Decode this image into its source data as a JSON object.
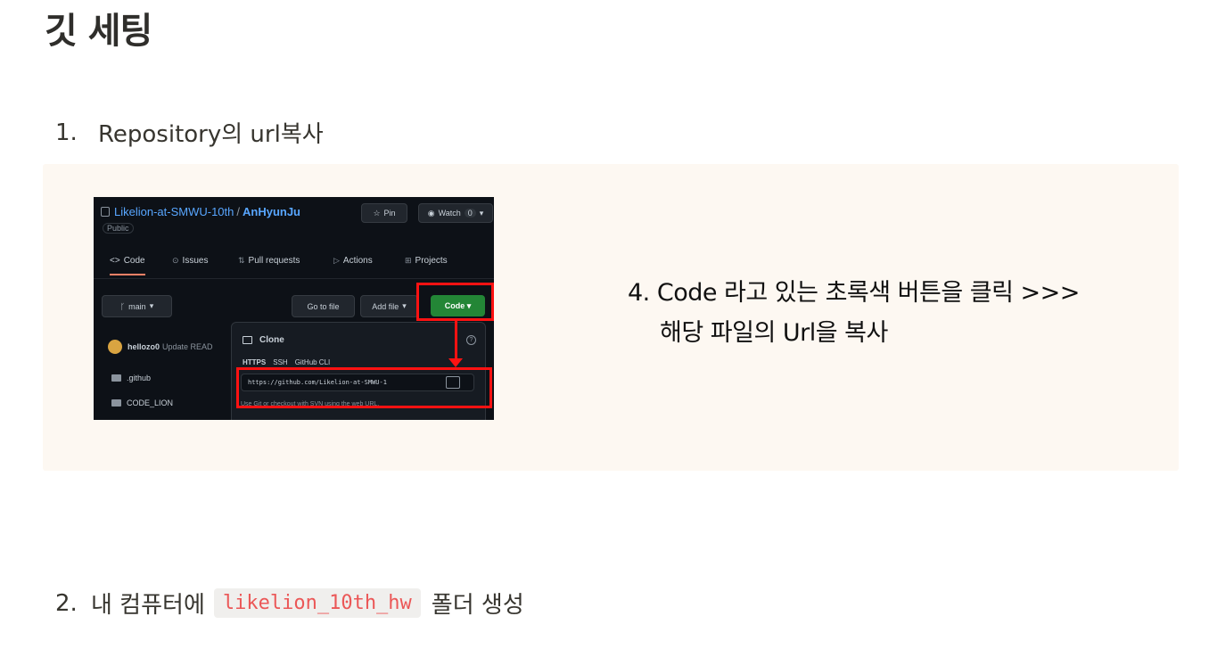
{
  "title": "깃 세팅",
  "step1": {
    "num": "1.",
    "text": "Repository의 url복사"
  },
  "step2": {
    "num": "2.",
    "prefix": "내 컴퓨터에",
    "code": "likelion_10th_hw",
    "suffix": "폴더 생성"
  },
  "screenshot": {
    "repo_owner": "Likelion-at-SMWU-10th",
    "repo_sep": "/",
    "repo_name": "AnHyunJu",
    "visibility": "Public",
    "pin": "Pin",
    "watch": "Watch",
    "watch_count": "0",
    "tabs": [
      {
        "icon": "<>",
        "label": "Code"
      },
      {
        "icon": "⊙",
        "label": "Issues"
      },
      {
        "icon": "⇅",
        "label": "Pull requests"
      },
      {
        "icon": "▷",
        "label": "Actions"
      },
      {
        "icon": "⊞",
        "label": "Projects"
      }
    ],
    "branch": "main",
    "go_to_file": "Go to file",
    "add_file": "Add file",
    "code_button": "Code",
    "commit_user": "hellozo0",
    "commit_msg": "Update READ",
    "files": [
      ".github",
      "CODE_LION"
    ],
    "clone_title": "Clone",
    "protocols": [
      "HTTPS",
      "SSH",
      "GitHub CLI"
    ],
    "clone_url": "https://github.com/Likelion-at-SMWU-1",
    "clone_hint": "Use Git or checkout with SVN using the web URL."
  },
  "instruction": {
    "line1": "4. Code 라고 있는 초록색 버튼을 클릭  >>>",
    "line2": "해당 파일의 Url을 복사"
  }
}
